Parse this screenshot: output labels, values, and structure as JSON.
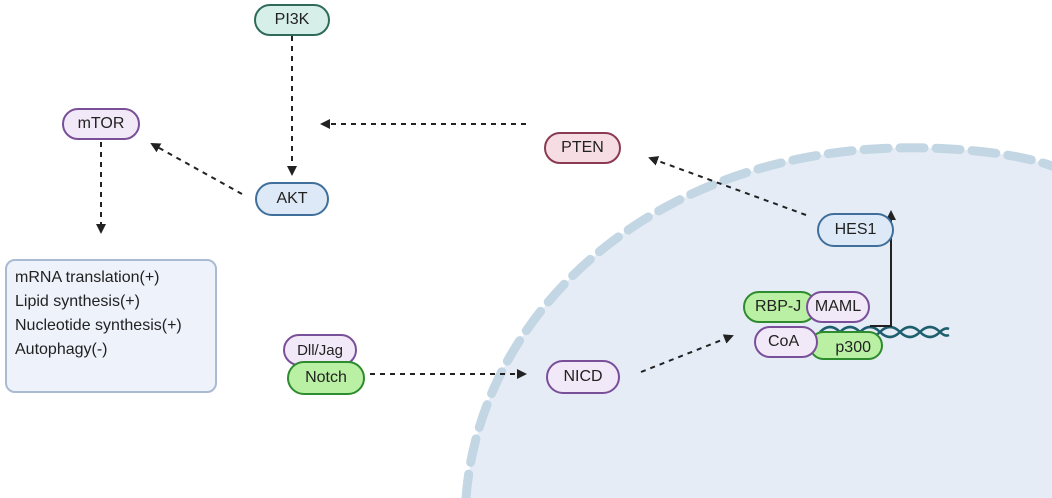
{
  "nodes": {
    "pi3k": "PI3K",
    "mtor": "mTOR",
    "pten": "PTEN",
    "akt": "AKT",
    "hes1": "HES1",
    "nicd": "NICD",
    "dll_jag": "Dll/Jag",
    "notch": "Notch",
    "rbp_j": "RBP-J",
    "maml": "MAML",
    "coa": "CoA",
    "p300": "p300"
  },
  "effects": [
    "mRNA translation(+)",
    "Lipid synthesis(+)",
    "Nucleotide synthesis(+)",
    "Autophagy(-)"
  ],
  "colors": {
    "nucleus_fill": "#e6ecf6",
    "nucleus_membrane": "#c3d6e4",
    "arrow": "#222222",
    "dna_strand": "#1e5f6e"
  }
}
